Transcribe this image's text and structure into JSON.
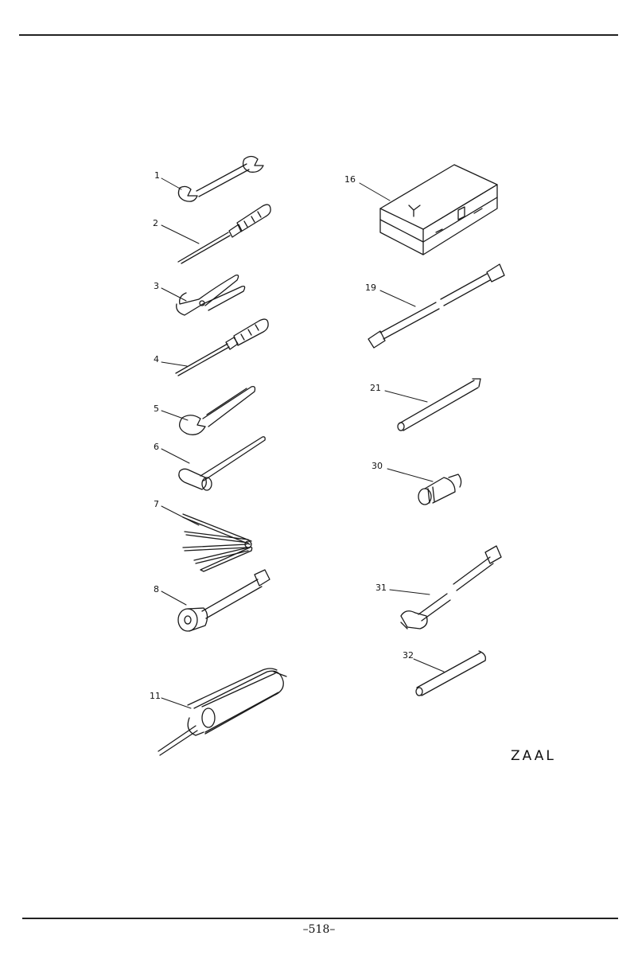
{
  "figure": {
    "code": "ZAAL",
    "callouts": {
      "c1": "1",
      "c2": "2",
      "c3": "3",
      "c4": "4",
      "c5": "5",
      "c6": "6",
      "c7": "7",
      "c8": "8",
      "c11": "11",
      "c16": "16",
      "c19": "19",
      "c21": "21",
      "c30": "30",
      "c31": "31",
      "c32": "32"
    }
  },
  "footer": {
    "page_number": "–518–"
  }
}
